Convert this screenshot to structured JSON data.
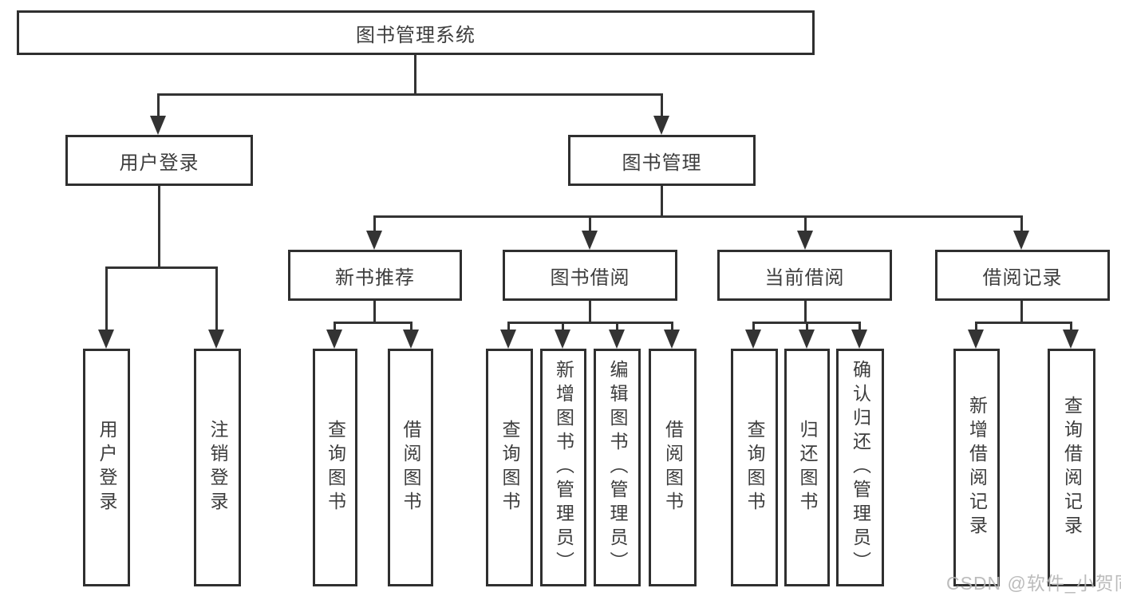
{
  "diagram": {
    "root": {
      "label": "图书管理系统"
    },
    "level2": [
      {
        "label": "用户登录"
      },
      {
        "label": "图书管理"
      }
    ],
    "level3": [
      {
        "label": "新书推荐"
      },
      {
        "label": "图书借阅"
      },
      {
        "label": "当前借阅"
      },
      {
        "label": "借阅记录"
      }
    ],
    "leaves": {
      "user_login": [
        "用户登录",
        "注销登录"
      ],
      "new_book": [
        "查询图书",
        "借阅图书"
      ],
      "book_borrow": [
        "查询图书",
        "新增图书（管理员）",
        "编辑图书（管理员）",
        "借阅图书"
      ],
      "current_borrow": [
        "查询图书",
        "归还图书",
        "确认归还（管理员）"
      ],
      "records": [
        "新增借阅记录",
        "查询借阅记录"
      ]
    }
  },
  "watermark": {
    "text": "CSDN @软件_小贺同学"
  },
  "colors": {
    "line": "#333333",
    "border": "#2f2f2f",
    "text": "#3d3d3d",
    "watermark": "#b5b5b5",
    "background": "#ffffff"
  }
}
